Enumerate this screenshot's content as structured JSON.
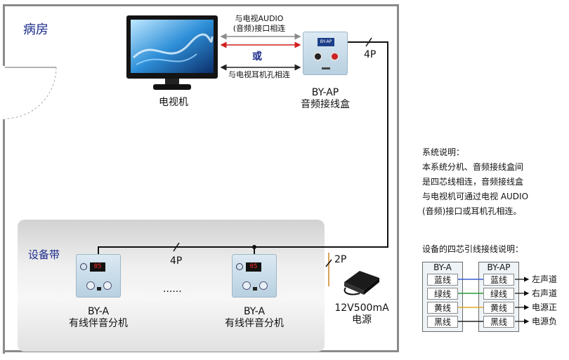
{
  "room": {
    "title": "病房"
  },
  "tv": {
    "label": "电视机"
  },
  "arrows": {
    "top_line1": "与电视AUDIO",
    "top_line2": "(音频)接口相连",
    "or": "或",
    "bottom": "与电视耳机孔相连"
  },
  "ap": {
    "model": "BY-AP",
    "name": "音频接线盒",
    "panel_text": "BY-AP"
  },
  "cable": {
    "four_p_top": "4P",
    "four_p_strip": "4P",
    "two_p": "2P"
  },
  "strip": {
    "title": "设备带"
  },
  "units": [
    {
      "model": "BY-A",
      "name": "有线伴音分机",
      "display": "05"
    },
    {
      "model": "BY-A",
      "name": "有线伴音分机",
      "display": "05"
    }
  ],
  "dots": "......",
  "power": {
    "spec": "12V500mA",
    "name": "电源"
  },
  "notes": {
    "title": "系统说明：",
    "lines": [
      "本系统分机、音频接线盒间",
      "是四芯线相连，音频接线盒",
      "与电视机可通过电视 AUDIO",
      "(音频)接口或耳机孔相连。"
    ]
  },
  "wiring": {
    "title": "设备的四芯引线接线说明：",
    "left_head": "BY-A",
    "right_head": "BY-AP",
    "rows": [
      {
        "left": "蓝线",
        "right": "蓝线",
        "out": "左声道",
        "color": "#3a5bd6"
      },
      {
        "left": "绿线",
        "right": "绿线",
        "out": "右声道",
        "color": "#2e9a3a"
      },
      {
        "left": "黄线",
        "right": "黄线",
        "out": "电源正",
        "color": "#e0a82a"
      },
      {
        "left": "黑线",
        "right": "黑线",
        "out": "电源负",
        "color": "#222222"
      }
    ]
  },
  "colors": {
    "arrow_grey": "#8a8a8a",
    "arrow_red": "#d21f1f",
    "arrow_black": "#222222",
    "title_blue": "#1a2a8a"
  }
}
